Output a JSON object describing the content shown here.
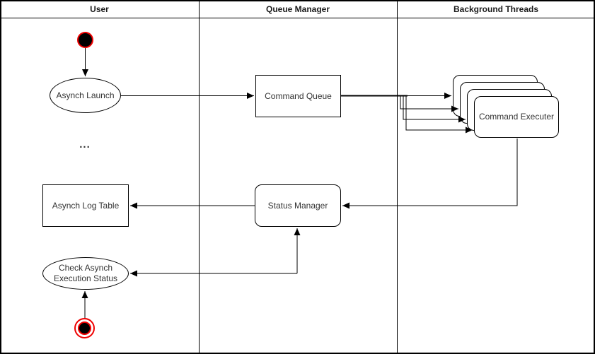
{
  "diagram": {
    "type": "swimlane-activity-diagram",
    "lanes": [
      {
        "label": "User"
      },
      {
        "label": "Queue Manager"
      },
      {
        "label": "Background Threads"
      }
    ],
    "nodes": {
      "start": {
        "type": "initial-node"
      },
      "asynch_launch": {
        "label": "Asynch Launch",
        "shape": "ellipse"
      },
      "command_queue": {
        "label": "Command Queue",
        "shape": "rectangle"
      },
      "command_executer": {
        "label": "Command Executer",
        "shape": "rounded-rectangle",
        "stack_count": 4
      },
      "ellipsis": {
        "label": "..."
      },
      "asynch_log_table": {
        "label": "Asynch Log Table",
        "shape": "rectangle"
      },
      "status_manager": {
        "label": "Status Manager",
        "shape": "rounded-rectangle"
      },
      "check_status": {
        "label": "Check Asynch\nExecution Status",
        "shape": "ellipse"
      },
      "end": {
        "type": "final-node"
      }
    },
    "edges": [
      "start -> asynch_launch",
      "asynch_launch -> command_queue",
      "command_queue -> command_executer (x4 fan-out)",
      "command_executer -> status_manager",
      "status_manager -> asynch_log_table",
      "check_status <-> status_manager",
      "end -> check_status"
    ],
    "colors": {
      "line": "#000000",
      "shape_border": "#000000",
      "shape_fill": "#ffffff",
      "terminal_fill": "#000000",
      "terminal_accent": "#ef0000",
      "text": "#333333"
    }
  }
}
